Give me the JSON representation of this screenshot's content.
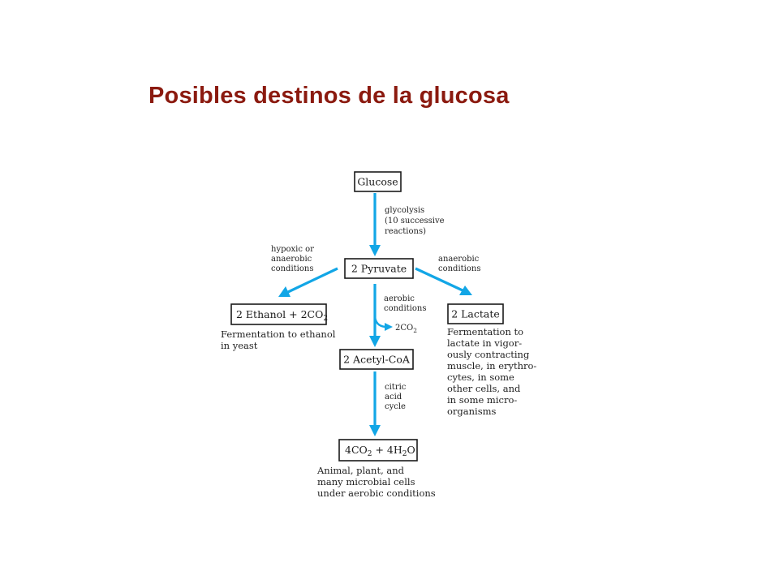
{
  "title": "Posibles destinos de la glucosa",
  "colors": {
    "title": "#8b1a0f",
    "arrow": "#12a6e6",
    "box_border": "#1a1a1a"
  },
  "nodes": {
    "glucose": "Glucose",
    "pyruvate": "2 Pyruvate",
    "ethanol": {
      "text": "2 Ethanol + 2CO",
      "sub": "2"
    },
    "lactate": "2 Lactate",
    "acetyl": "2 Acetyl-CoA",
    "final": {
      "a": "4CO",
      "a_sub": "2",
      "b": " + 4H",
      "b_sub": "2",
      "c": "O"
    }
  },
  "labels": {
    "glycolysis": [
      "glycolysis",
      "(10 successive",
      "reactions)"
    ],
    "hypoxic": [
      "hypoxic or",
      "anaerobic",
      "conditions"
    ],
    "anaerobic": [
      "anaerobic",
      "conditions"
    ],
    "aerobic": [
      "aerobic",
      "conditions"
    ],
    "co2": {
      "text": "2CO",
      "sub": "2"
    },
    "citric": [
      "citric",
      "acid",
      "cycle"
    ]
  },
  "descriptions": {
    "ethanol": [
      "Fermentation to ethanol",
      "in yeast"
    ],
    "lactate": [
      "Fermentation to",
      "lactate in vigor-",
      "ously contracting",
      "muscle, in erythro-",
      "cytes, in some",
      "other cells, and",
      "in some micro-",
      "organisms"
    ],
    "final": [
      "Animal, plant, and",
      "many microbial cells",
      "under aerobic conditions"
    ]
  }
}
